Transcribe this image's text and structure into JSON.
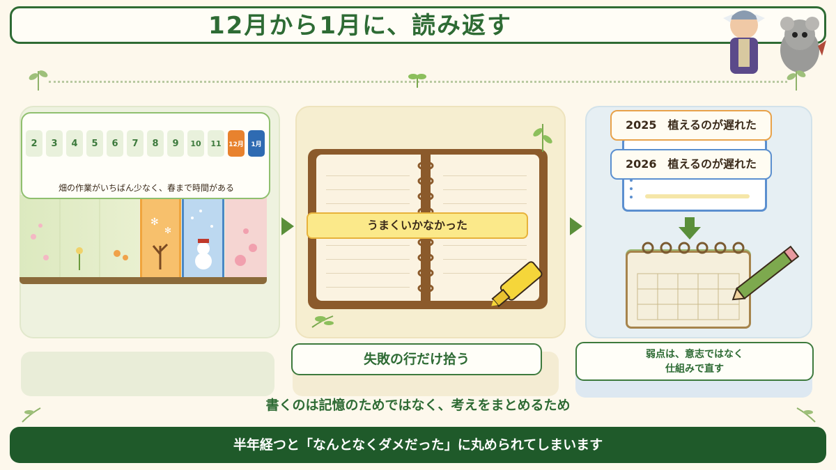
{
  "title": "12月から1月に、読み返す",
  "months": [
    "2",
    "3",
    "4",
    "5",
    "6",
    "7",
    "8",
    "9",
    "10",
    "11",
    "12月",
    "1月"
  ],
  "months_caption": "畑の作業がいちばん少なく、春まで時間がある",
  "notebook_label": "うまくいかなかった",
  "panel2_caption": "失敗の行だけ拾う",
  "year_cards": [
    "2025　植えるのが遅れた",
    "2026　植えるのが遅れた"
  ],
  "panel3_caption_line1": "弱点は、意志ではなく",
  "panel3_caption_line2": "仕組みで直す",
  "message": "書くのは記憶のためではなく、考えをまとめるため",
  "footer": "半年経つと「なんとなくダメだった」に丸められてしまいます"
}
